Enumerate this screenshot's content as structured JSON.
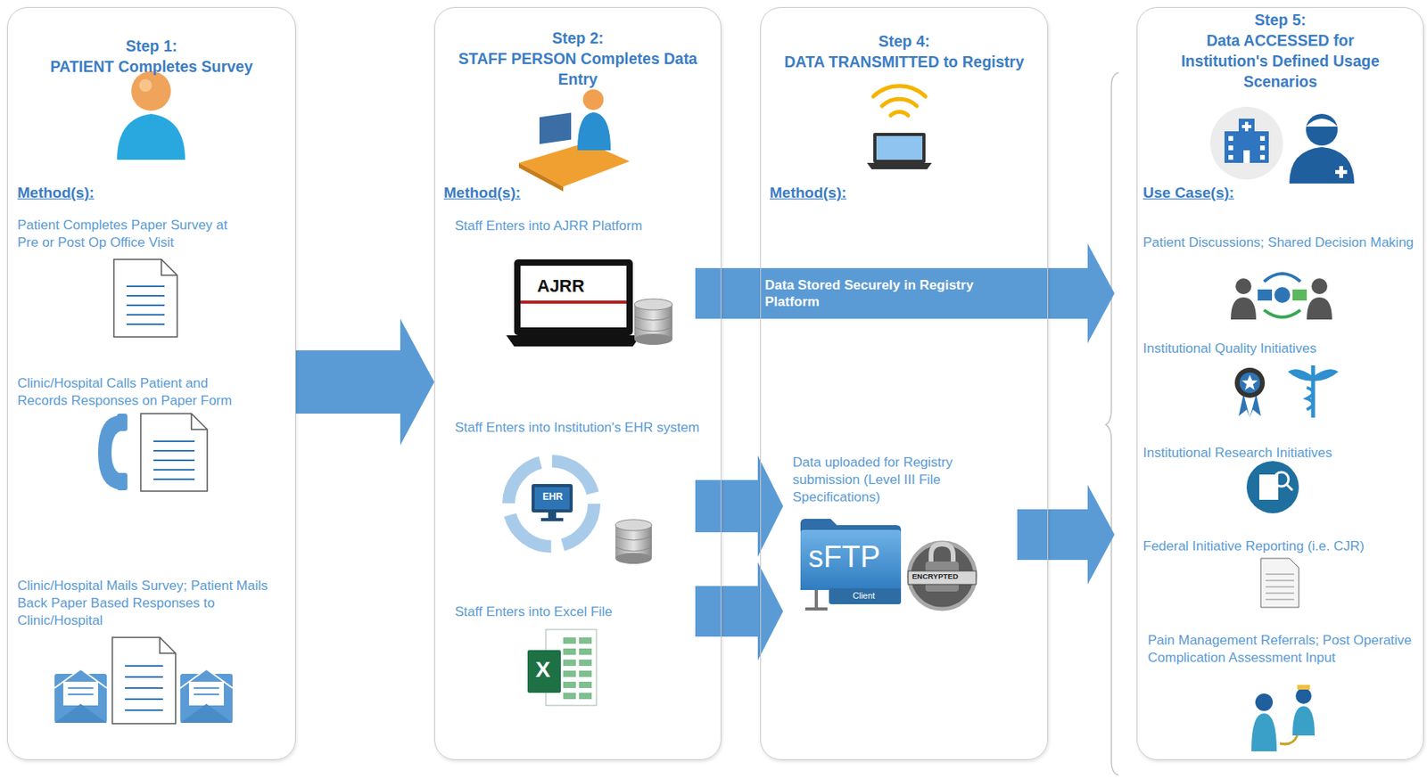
{
  "diagram": {
    "nodes": [
      {
        "text": [
          "Step 1:",
          "PATIENT Completes Survey",
          "Method(s):"
        ]
      },
      {
        "text": [
          "Patient Completes Paper Survey at Pre or Post Op Office Visit"
        ],
        "in": 0
      },
      {
        "text": [
          "Clinic/Hospital Calls Patient and Records Responses on Paper Form"
        ],
        "in": 0
      },
      {
        "text": [
          "Clinic/Hospital Mails Survey; Patient Mails Back Paper Based Responses to Clinic/Hospital"
        ],
        "in": 0
      },
      {
        "text": [
          "Step 2:",
          "STAFF PERSON Completes Data Entry",
          "Method(s):"
        ]
      },
      {
        "text": [
          "Staff Enters into AJRR Platform"
        ],
        "in": 4
      },
      {
        "text": [
          "Staff Enters into Institution's EHR system"
        ],
        "in": 4
      },
      {
        "text": [
          "Staff Enters into Excel File"
        ],
        "in": 4
      },
      {
        "text": [
          "Step 4:",
          "DATA TRANSMITTED to Registry",
          "Method(s):"
        ]
      },
      {
        "text": [
          "Data uploaded for Registry submission (Level III File Specifications)"
        ],
        "in": 8
      },
      {
        "text": [
          "Step 5:",
          "Data ACCESSED for Institution's Defined Usage Scenarios",
          "Use Case(s):"
        ]
      },
      {
        "text": [
          "Patient Discussions; Shared Decision Making"
        ],
        "in": 10
      },
      {
        "text": [
          "Institutional Quality Initiatives"
        ],
        "in": 10
      },
      {
        "text": [
          "Institutional Research Initiatives"
        ],
        "in": 10
      },
      {
        "text": [
          "Federal Initiative Reporting (i.e. CJR)"
        ],
        "in": 10
      },
      {
        "text": [
          "Pain Management Referrals; Post Operative Complication Assessment Input"
        ],
        "in": 10
      }
    ],
    "edges": [
      {
        "from": 0,
        "to": 4,
        "arrow": "to"
      },
      {
        "from": 5,
        "to": 10,
        "label": "Data Stored Securely in Registry Platform",
        "arrow": "to"
      },
      {
        "from": 6,
        "to": 9,
        "arrow": "to"
      },
      {
        "from": 7,
        "to": 9,
        "arrow": "to"
      },
      {
        "from": 9,
        "to": 10,
        "arrow": "to"
      }
    ],
    "labels": [
      "AJRR",
      "EHR",
      "X",
      "sFTP",
      "Client",
      "ENCRYPTED"
    ]
  }
}
